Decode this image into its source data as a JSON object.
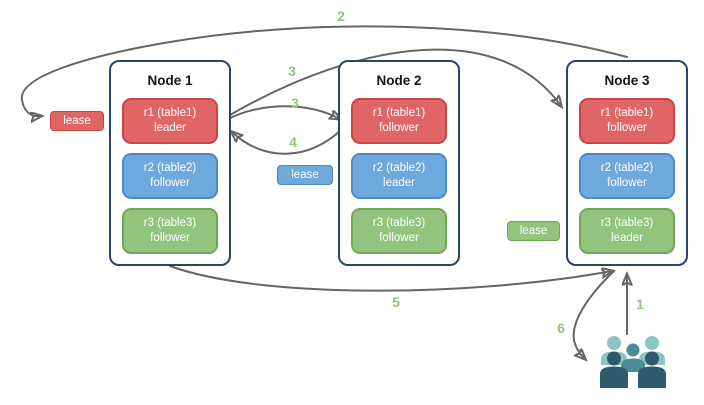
{
  "nodes": [
    {
      "title": "Node 1",
      "replicas": [
        {
          "name": "r1 (table1)",
          "role": "leader"
        },
        {
          "name": "r2 (table2)",
          "role": "follower"
        },
        {
          "name": "r3 (table3)",
          "role": "follower"
        }
      ]
    },
    {
      "title": "Node 2",
      "replicas": [
        {
          "name": "r1 (table1)",
          "role": "follower"
        },
        {
          "name": "r2 (table2)",
          "role": "leader"
        },
        {
          "name": "r3 (table3)",
          "role": "follower"
        }
      ]
    },
    {
      "title": "Node 3",
      "replicas": [
        {
          "name": "r1 (table1)",
          "role": "follower"
        },
        {
          "name": "r2 (table2)",
          "role": "follower"
        },
        {
          "name": "r3 (table3)",
          "role": "leader"
        }
      ]
    }
  ],
  "leases": [
    {
      "label": "lease",
      "color": "#e06666"
    },
    {
      "label": "lease",
      "color": "#6fa8dc"
    },
    {
      "label": "lease",
      "color": "#93c47d"
    }
  ],
  "step_labels": {
    "step1": "1",
    "step2": "2",
    "step3a": "3",
    "step3b": "3",
    "step4": "4",
    "step5": "5",
    "step6": "6"
  },
  "palette": {
    "red_fill": "#e06666",
    "red_border": "#c94444",
    "blue_fill": "#6fa8dc",
    "blue_border": "#4d89c4",
    "green_fill": "#93c47d",
    "green_border": "#71a754",
    "node_border": "#28456a",
    "arrow": "#666666",
    "step_number": "#93c47d",
    "users_light": "#8cc6c3",
    "users_mid": "#4d8b96",
    "users_dark": "#2e5b6b"
  }
}
